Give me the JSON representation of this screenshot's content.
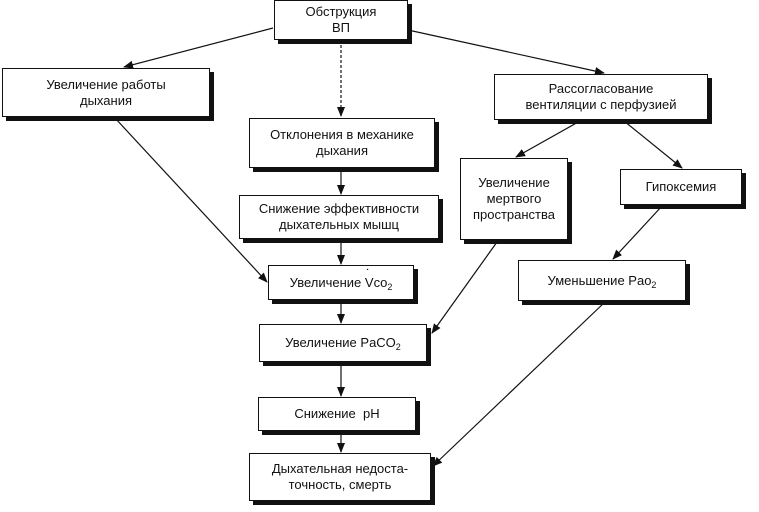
{
  "nodes": {
    "obstruction": {
      "line1": "Обструкция",
      "line2": "ВП"
    },
    "work": {
      "line1": "Увеличение работы",
      "line2": "дыхания"
    },
    "mismatch": {
      "line1": "Рассогласование",
      "line2": "вентиляции с перфузией"
    },
    "mechanics": {
      "line1": "Отклонения в механике",
      "line2": "дыхания"
    },
    "dead_space": {
      "line1": "Увеличение",
      "line2": "мертвого",
      "line3": "пространства"
    },
    "hypoxemia": {
      "line1": "Гипоксемия"
    },
    "muscles": {
      "line1": "Снижение эффективности",
      "line2": "дыхательных мышц"
    },
    "vco2": {
      "prefix": "Увеличение ",
      "v": "V",
      "rest": "co",
      "sub": "2"
    },
    "pao2": {
      "prefix": "Уменьшение Pa",
      "rest": "o",
      "sub": "2"
    },
    "paco2": {
      "prefix": "Увеличение PaCO",
      "sub": "2"
    },
    "ph": {
      "line1": "Снижение  pH"
    },
    "failure": {
      "line1": "Дыхательная недоста-",
      "line2": "точность, смерть"
    }
  },
  "colors": {
    "stroke": "#111111",
    "background": "#ffffff"
  }
}
